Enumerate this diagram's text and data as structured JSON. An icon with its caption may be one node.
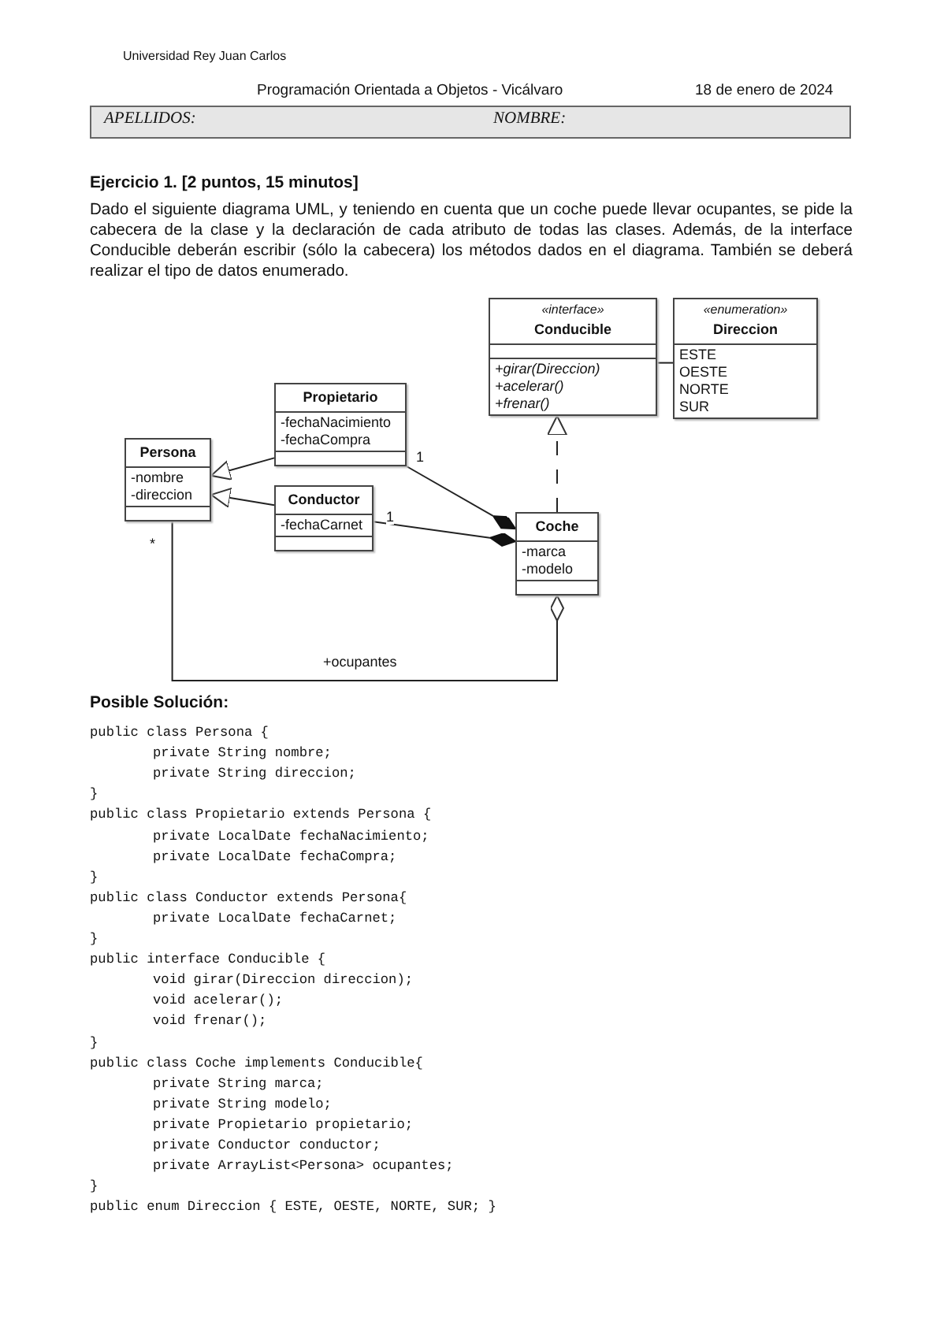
{
  "diagram": {
    "nodes": [
      {
        "text": [
          "«interface»",
          "Conducible",
          "+girar(Direccion)",
          "+acelerar()",
          "+frenar()"
        ]
      },
      {
        "text": [
          "«enumeration»",
          "Direccion",
          "ESTE",
          "OESTE",
          "NORTE",
          "SUR"
        ]
      },
      {
        "text": [
          "Propietario",
          "-fechaNacimiento",
          "-fechaCompra"
        ]
      },
      {
        "text": [
          "Persona",
          "-nombre",
          "-direccion"
        ]
      },
      {
        "text": [
          "Conductor",
          "-fechaCarnet"
        ]
      },
      {
        "text": [
          "Coche",
          "-marca",
          "-modelo"
        ]
      }
    ],
    "edges": [
      {
        "from": 0,
        "to": 1,
        "arrow": "none"
      },
      {
        "from": 2,
        "to": 3,
        "arrow": "to"
      },
      {
        "from": 4,
        "to": 3,
        "arrow": "to"
      },
      {
        "from": 2,
        "to": 5,
        "arrow": "other",
        "label": "1"
      },
      {
        "from": 4,
        "to": 5,
        "arrow": "other",
        "label": "1"
      },
      {
        "from": 5,
        "to": 0,
        "arrow": "to",
        "style": "dashed"
      },
      {
        "from": 3,
        "to": 5,
        "arrow": "other",
        "label": "+ocupantes"
      }
    ],
    "labels": [
      "Universidad Rey Juan Carlos",
      "Programación Orientada a Objetos - Vicálvaro",
      "18 de enero de 2024",
      "APELLIDOS:",
      "NOMBRE:",
      "Ejercicio 1. [2 puntos, 15 minutos]",
      "Dado el siguiente diagrama UML, y teniendo en cuenta que un coche puede llevar ocupantes, se pide la cabecera de la clase y la declaración de cada atributo de todas las clases. Además, de la interface Conducible deberán escribir (sólo la cabecera) los métodos dados en el diagrama. También se deberá realizar el tipo de datos enumerado.",
      "*",
      "Posible Solución:",
      "public class Persona {",
      "private String nombre;",
      "private String direccion;",
      "}",
      "public class Propietario extends Persona {",
      "private LocalDate fechaNacimiento;",
      "private LocalDate fechaCompra;",
      "}",
      "public class Conductor extends Persona{",
      "private LocalDate fechaCarnet;",
      "}",
      "public interface Conducible {",
      "void girar(Direccion direccion);",
      "void acelerar();",
      "void frenar();",
      "}",
      "public class Coche implements Conducible{",
      "private String marca;",
      "private String modelo;",
      "private Propietario propietario;",
      "private Conductor conductor;",
      "private ArrayList<Persona> ocupantes;",
      "}",
      "public enum Direccion { ESTE, OESTE, NORTE, SUR; }"
    ]
  }
}
